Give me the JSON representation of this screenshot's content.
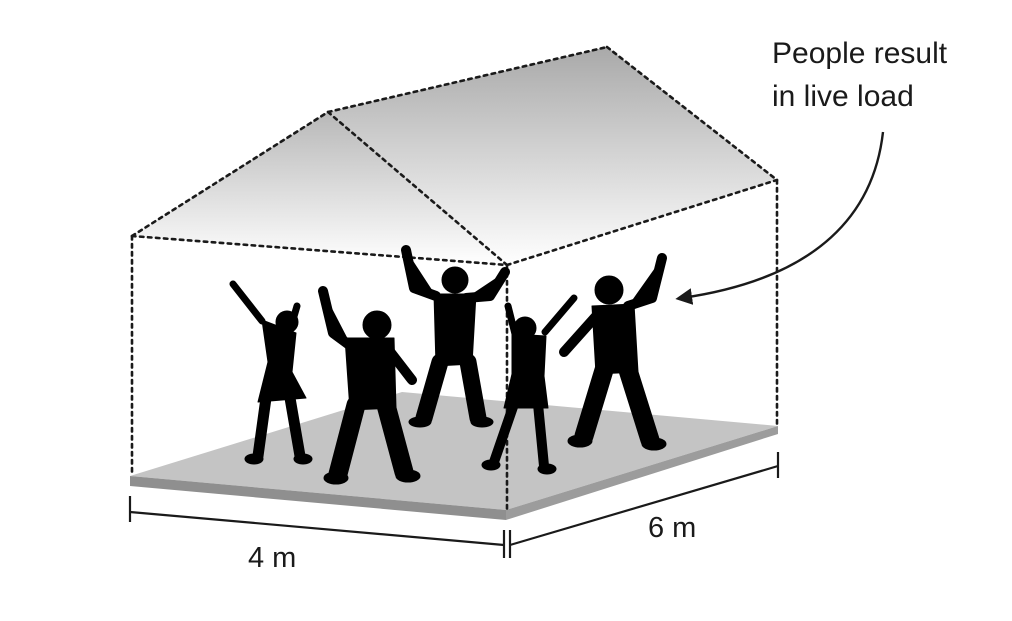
{
  "annotation": {
    "line1": "People result",
    "line2": "in live load"
  },
  "dimensions": {
    "width": "4 m",
    "depth": "6 m"
  },
  "colors": {
    "roof_top": "#a9a9a9",
    "roof_bottom": "#ffffff",
    "floor": "#c4c4c4",
    "floor_edge": "#8f8f8f",
    "silhouettes": "#000000",
    "lines": "#1a1a1a"
  },
  "figure_count": 5
}
